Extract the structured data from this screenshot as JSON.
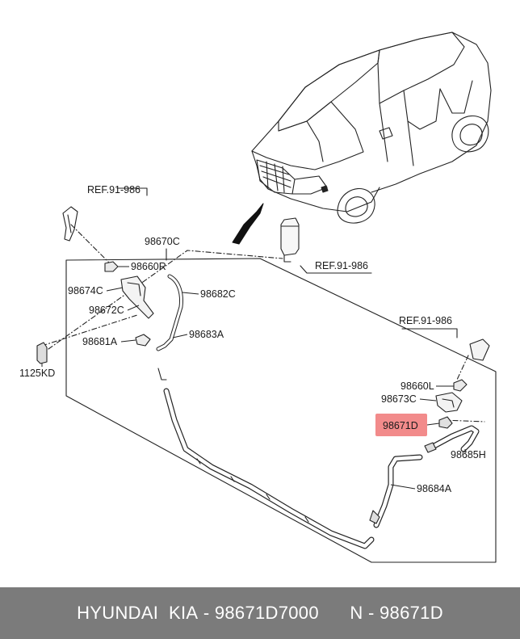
{
  "labels": {
    "ref_top": "REF.91-986",
    "ref_mid": "REF.91-986",
    "ref_right": "REF.91-986",
    "p98670C": "98670C",
    "p98660R": "98660R",
    "p98674C": "98674C",
    "p98672C": "98672C",
    "p98682C": "98682C",
    "p98681A": "98681A",
    "p98683A": "98683A",
    "p1125KD": "1125KD",
    "p98660L": "98660L",
    "p98673C": "98673C",
    "p98671D": "98671D",
    "p98685H": "98685H",
    "p98684A": "98684A"
  },
  "highlight_color": "#f28b8b",
  "footer": {
    "brand": "HYUNDAI  KIA",
    "part_number": "98671D7000",
    "short_code": "98671D",
    "separator": " - ",
    "prefix": "N"
  }
}
